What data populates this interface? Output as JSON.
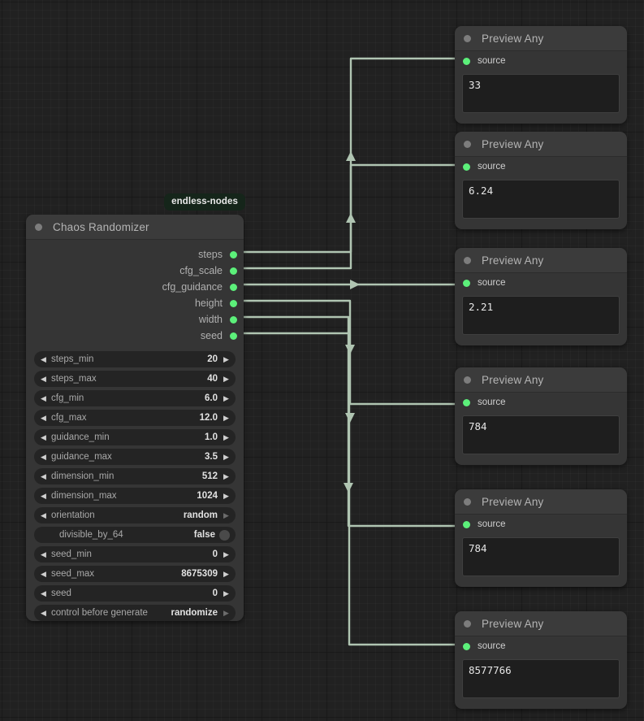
{
  "canvas": {
    "background_color": "#212121",
    "grid_minor_color": "#282828",
    "grid_major_color": "#161616",
    "link_color": "#b0c5b2",
    "slot_color": "#5cf07a"
  },
  "chaos_node": {
    "badge": "endless-nodes",
    "title": "Chaos Randomizer",
    "collapse_icon": "circle-dot-icon",
    "outputs": [
      {
        "label": "steps"
      },
      {
        "label": "cfg_scale"
      },
      {
        "label": "cfg_guidance"
      },
      {
        "label": "height"
      },
      {
        "label": "width"
      },
      {
        "label": "seed"
      }
    ],
    "widgets": [
      {
        "name": "steps_min",
        "value": "20",
        "type": "number"
      },
      {
        "name": "steps_max",
        "value": "40",
        "type": "number"
      },
      {
        "name": "cfg_min",
        "value": "6.0",
        "type": "number"
      },
      {
        "name": "cfg_max",
        "value": "12.0",
        "type": "number"
      },
      {
        "name": "guidance_min",
        "value": "1.0",
        "type": "number"
      },
      {
        "name": "guidance_max",
        "value": "3.5",
        "type": "number"
      },
      {
        "name": "dimension_min",
        "value": "512",
        "type": "number"
      },
      {
        "name": "dimension_max",
        "value": "1024",
        "type": "number"
      },
      {
        "name": "orientation",
        "value": "random",
        "type": "combo"
      },
      {
        "name": "divisible_by_64",
        "value": "false",
        "type": "toggle"
      },
      {
        "name": "seed_min",
        "value": "0",
        "type": "number"
      },
      {
        "name": "seed_max",
        "value": "8675309",
        "type": "number"
      },
      {
        "name": "seed",
        "value": "0",
        "type": "number"
      },
      {
        "name": "control before generate",
        "value": "randomize",
        "type": "combo"
      }
    ]
  },
  "preview_nodes": [
    {
      "title": "Preview Any",
      "slot_label": "source",
      "value": "33"
    },
    {
      "title": "Preview Any",
      "slot_label": "source",
      "value": "6.24"
    },
    {
      "title": "Preview Any",
      "slot_label": "source",
      "value": "2.21"
    },
    {
      "title": "Preview Any",
      "slot_label": "source",
      "value": "784"
    },
    {
      "title": "Preview Any",
      "slot_label": "source",
      "value": "784"
    },
    {
      "title": "Preview Any",
      "slot_label": "source",
      "value": "8577766"
    }
  ]
}
